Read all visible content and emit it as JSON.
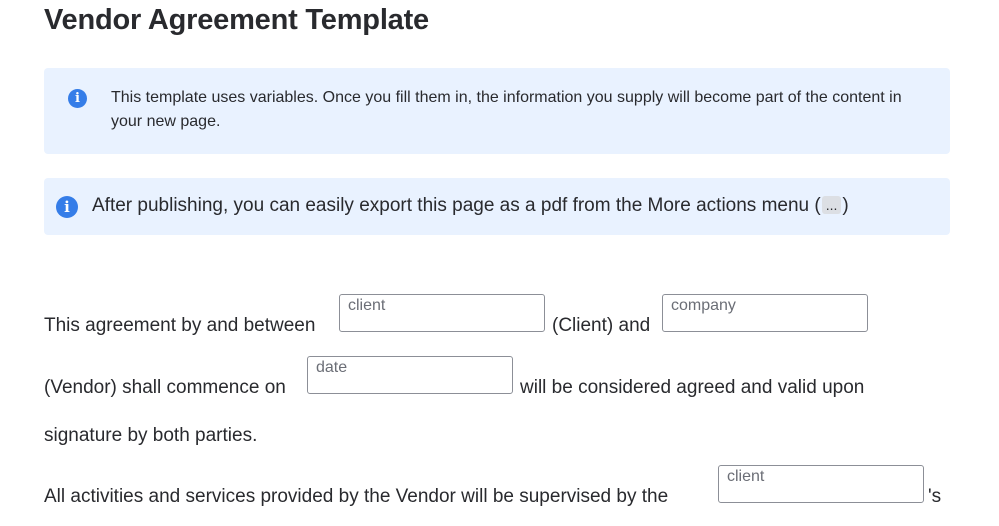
{
  "page": {
    "title": "Vendor Agreement Template"
  },
  "panels": {
    "variables_info": {
      "icon": "info-icon",
      "text": "This template uses variables. Once you fill them in, the information you supply will become part of the content in your new page."
    },
    "export_info": {
      "icon": "info-icon",
      "text_before": "After publishing, you can easily export this page as a pdf from the More actions menu (",
      "chip_label": "...",
      "text_after": ")"
    }
  },
  "agreement": {
    "line1_prefix": "This agreement by and between",
    "client_field": {
      "placeholder": "client"
    },
    "line1_middle": "(Client) and",
    "company_field": {
      "placeholder": "company"
    },
    "line2_prefix": "(Vendor) shall commence on",
    "date_field": {
      "placeholder": "date"
    },
    "line2_suffix": "will be considered agreed and valid upon",
    "line3": "signature by both parties.",
    "line4_prefix": "All activities and services provided by the Vendor will be supervised by the",
    "supervisor_field": {
      "placeholder": "client"
    },
    "line4_suffix": "'s"
  },
  "colors": {
    "panel_background": "#e9f2ff",
    "info_icon": "#357de8",
    "text": "#292a2e",
    "input_border": "#8c8f97"
  }
}
